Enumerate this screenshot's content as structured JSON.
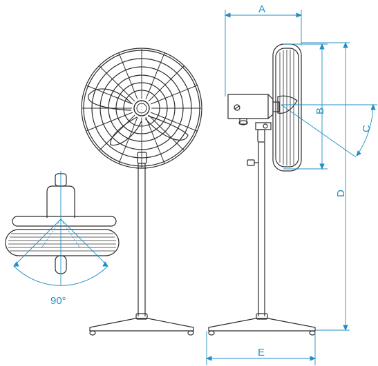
{
  "labels": {
    "A": "A",
    "B": "B",
    "C": "C",
    "D": "D",
    "E": "E",
    "angle": "90°"
  },
  "colors": {
    "line_art": "#2b2b2b",
    "dimension": "#1f8fc4",
    "background": "#ffffff"
  }
}
